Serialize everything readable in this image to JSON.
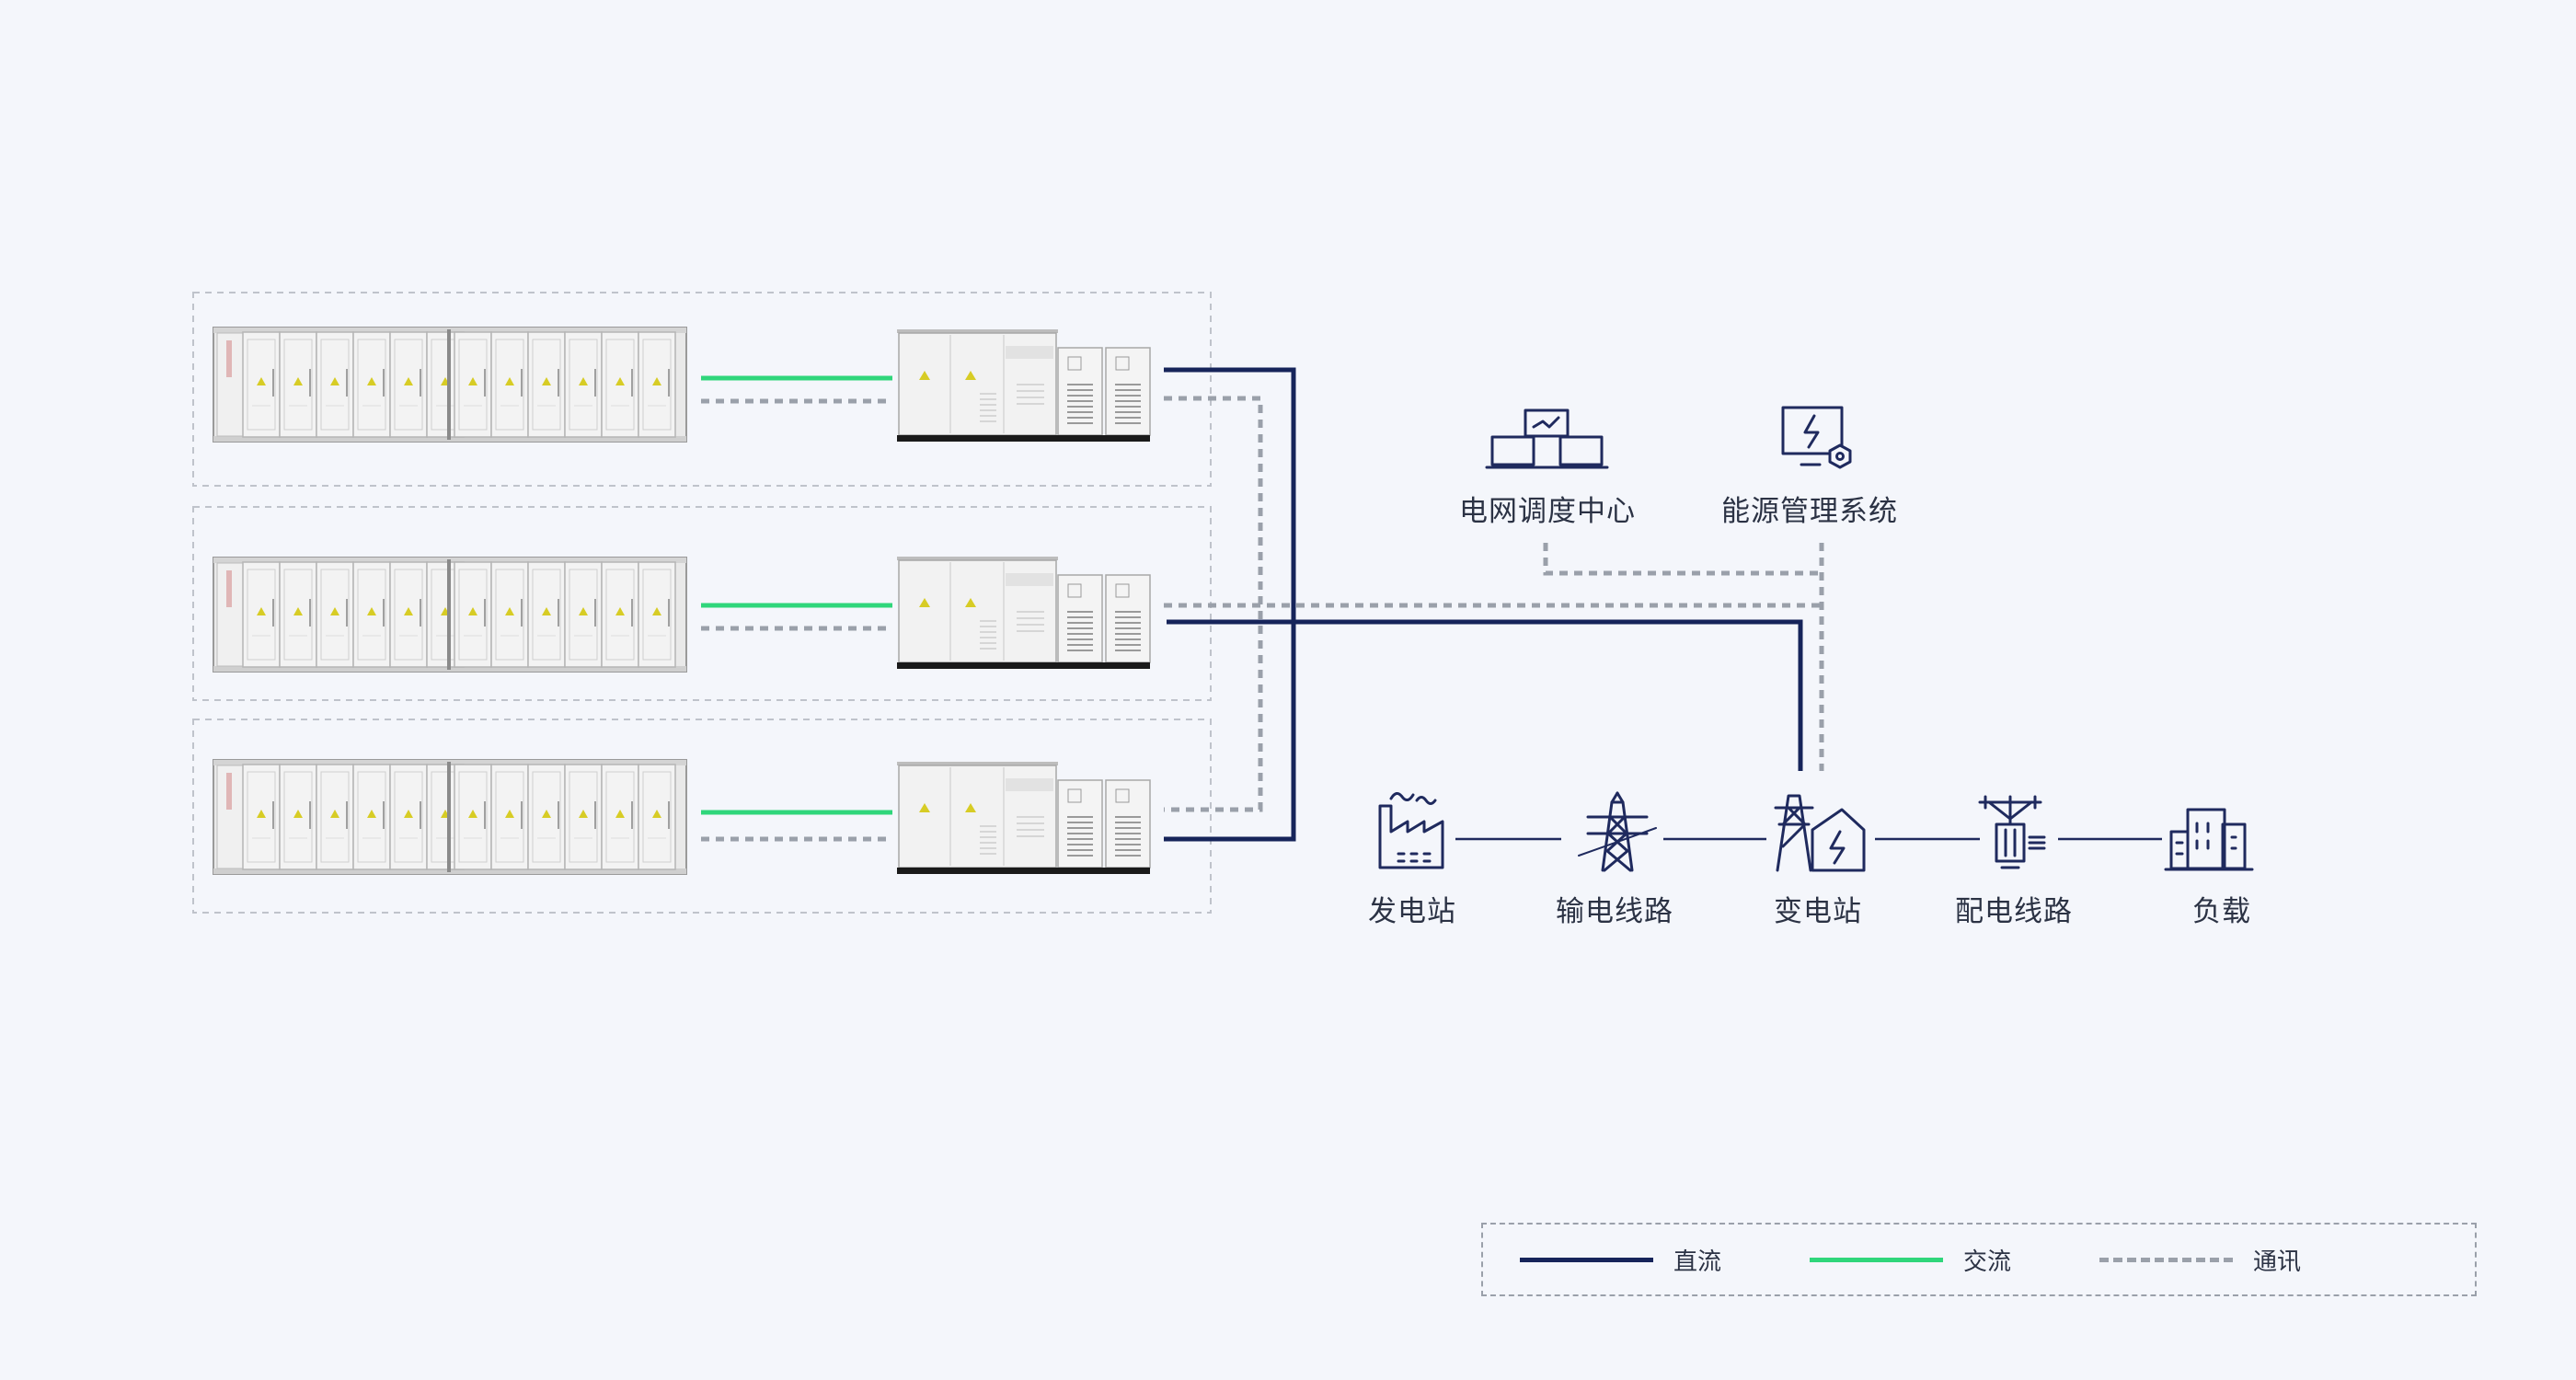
{
  "nodes": {
    "dispatch": "电网调度中心",
    "ems": "能源管理系统",
    "plant": "发电站",
    "transmission": "输电线路",
    "substation": "变电站",
    "distribution": "配电线路",
    "load": "负载"
  },
  "legend": {
    "dc": "直流",
    "ac": "交流",
    "comm": "通讯"
  },
  "colors": {
    "dc": "#16245a",
    "ac": "#2fd67b",
    "comm": "#9aa0aa",
    "icon": "#1f2a5e"
  }
}
